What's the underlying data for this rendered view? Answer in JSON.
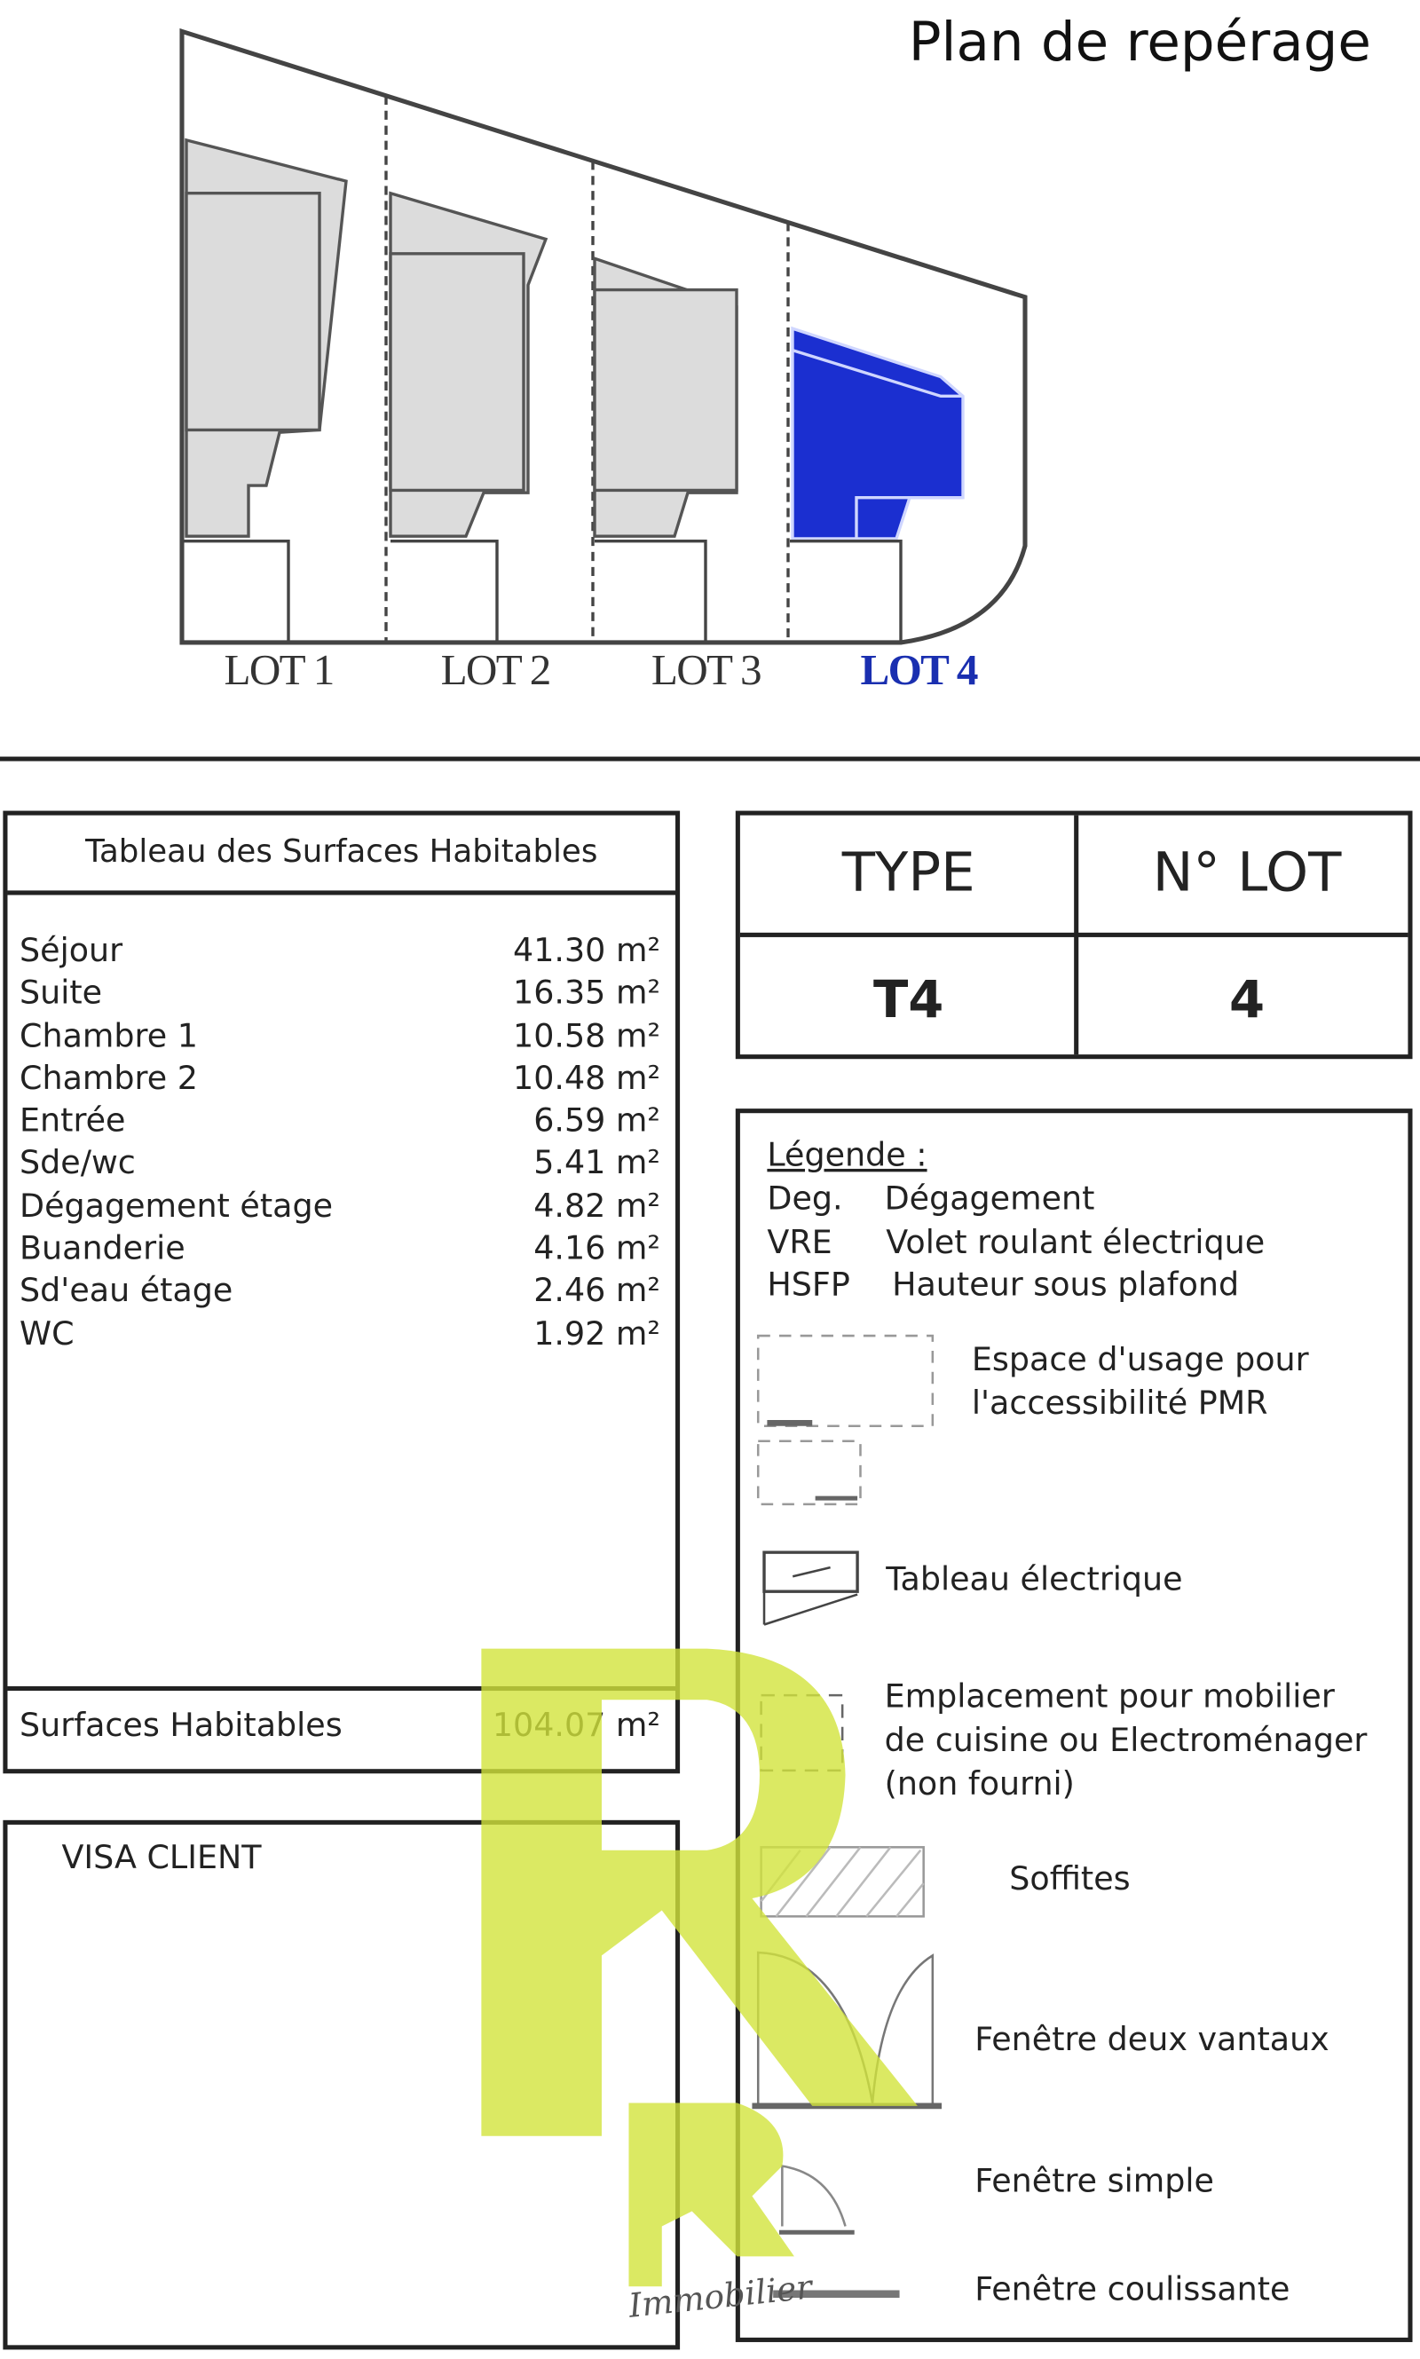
{
  "header": {
    "title": "Plan de repérage"
  },
  "plan": {
    "lots": [
      "LOT 1",
      "LOT 2",
      "LOT 3",
      "LOT 4"
    ],
    "selected_lot": "LOT 4",
    "highlight_color": "#1b2fd0"
  },
  "surfaces": {
    "title": "Tableau des Surfaces Habitables",
    "rows": [
      {
        "room": "Séjour",
        "area": "41.30 m²"
      },
      {
        "room": "Suite",
        "area": "16.35 m²"
      },
      {
        "room": "Chambre 1",
        "area": "10.58 m²"
      },
      {
        "room": "Chambre 2",
        "area": "10.48 m²"
      },
      {
        "room": "Entrée",
        "area": "6.59 m²"
      },
      {
        "room": "Sde/wc",
        "area": "5.41 m²"
      },
      {
        "room": "Dégagement étage",
        "area": "4.82 m²"
      },
      {
        "room": "Buanderie",
        "area": "4.16 m²"
      },
      {
        "room": "Sd'eau étage",
        "area": "2.46 m²"
      },
      {
        "room": "WC",
        "area": "1.92 m²"
      }
    ],
    "total_label": "Surfaces Habitables",
    "total_value": "104.07 m²"
  },
  "visa": {
    "label": "VISA CLIENT"
  },
  "type_box": {
    "type_header": "TYPE",
    "lot_header": "N° LOT",
    "type_value": "T4",
    "lot_value": "4"
  },
  "legend": {
    "title": "Légende :",
    "abbrevs": [
      {
        "abbr": "Deg.",
        "meaning": "Dégagement"
      },
      {
        "abbr": "VRE",
        "meaning": "Volet roulant électrique"
      },
      {
        "abbr": "HSFP",
        "meaning": "Hauteur sous plafond"
      }
    ],
    "items": {
      "pmr_1": "Espace d'usage pour",
      "pmr_2": "l'accessibilité PMR",
      "tableau": "Tableau électrique",
      "mob_1": "Emplacement pour mobilier",
      "mob_2": "de cuisine ou Electroménager",
      "mob_3": "(non fourni)",
      "soffites": "Soffites",
      "fen2": "Fenêtre deux vantaux",
      "fen1": "Fenêtre simple",
      "fenc": "Fenêtre coulissante"
    }
  },
  "watermark": {
    "text": "Immobilier",
    "color": "#d2e43c"
  }
}
